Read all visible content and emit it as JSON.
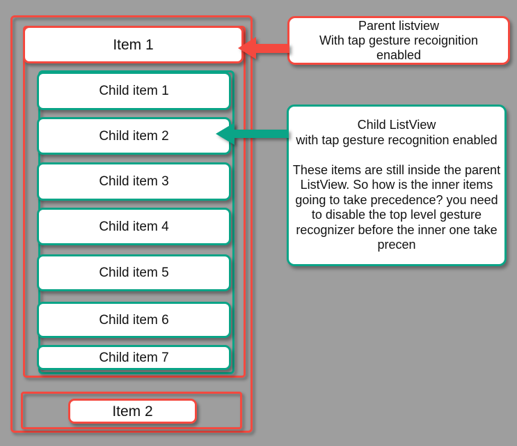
{
  "colors": {
    "background": "#9e9e9e",
    "red": "#f4493f",
    "teal": "#0aa487",
    "surface": "#ffffff",
    "text": "#111111"
  },
  "parent_listview": {
    "item1_label": "Item 1",
    "item2_label": "Item 2"
  },
  "child_listview": {
    "items": [
      "Child item 1",
      "Child item 2",
      "Child item 3",
      "Child item 4",
      "Child item 5",
      "Child item 6",
      "Child item 7"
    ]
  },
  "callouts": {
    "parent": {
      "text": "Parent listview\nWith tap gesture recoignition\nenabled"
    },
    "child": {
      "text": "Child ListView\nwith tap gesture recognition enabled\n\nThese items are still inside the parent\nListView. So how is the inner items\ngoing to take precedence? you need\nto disable the top level gesture\nrecognizer before the inner one take\nprecen"
    }
  }
}
